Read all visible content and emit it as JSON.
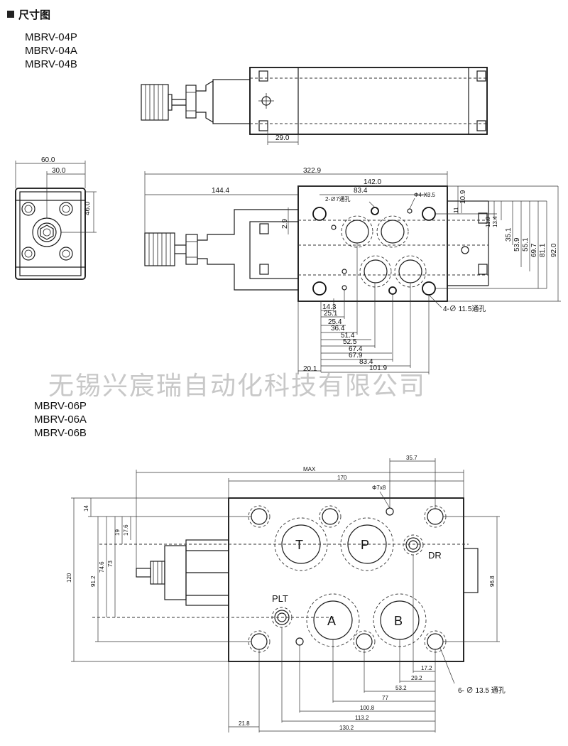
{
  "header": {
    "title": "尺寸图"
  },
  "section_04": {
    "models": [
      "MBRV-04P",
      "MBRV-04A",
      "MBRV-04B"
    ]
  },
  "section_06": {
    "models": [
      "MBRV-06P",
      "MBRV-06A",
      "MBRV-06B"
    ]
  },
  "watermark": "无锡兴宸瑞自动化科技有限公司",
  "side_view_04": {
    "dims": {
      "len": "29.0"
    }
  },
  "end_view_04": {
    "dims": {
      "w": "60.0",
      "hw": "30.0",
      "h": "46.0"
    }
  },
  "plan_view_04": {
    "dims": {
      "total": "322.9",
      "body": "142.0",
      "left": "144.4",
      "holes": "83.4",
      "hole_note": "2-∅7通孔",
      "thread_note": "Φ4-X3.5",
      "d109": "10.9",
      "d29": "2.9",
      "d11": "11",
      "d119": "11.9",
      "d134": "13.4",
      "d351": "35.1",
      "d539": "53.9",
      "d551": "55.1",
      "d697": "69.7",
      "d811": "81.1",
      "d920": "92.0",
      "mount_note": "4-∅ 11.5通孔",
      "bottom": [
        "14.3",
        "25.1",
        "25.4",
        "36.4",
        "51.4",
        "52.5",
        "67.4",
        "67.9",
        "83.4",
        "101.9",
        "20.1"
      ]
    }
  },
  "plan_view_06": {
    "ports": {
      "t": "T",
      "p": "P",
      "dr": "DR",
      "plt": "PLT",
      "a": "A",
      "b": "B"
    },
    "dims": {
      "max": "MAX",
      "d170": "170",
      "d357": "35.7",
      "d7x8": "Φ7x8",
      "d14": "14",
      "d19": "19",
      "d176": "17.6",
      "d120": "120",
      "d912": "91.2",
      "d746": "74.6",
      "d73": "73",
      "d968": "96.8",
      "d172": "17.2",
      "d292": "29.2",
      "d532": "53.2",
      "d77": "77",
      "d1008": "100.8",
      "d1132": "113.2",
      "d1302": "130.2",
      "d218": "21.8",
      "mount_note": "6- ∅ 13.5 通孔"
    }
  }
}
